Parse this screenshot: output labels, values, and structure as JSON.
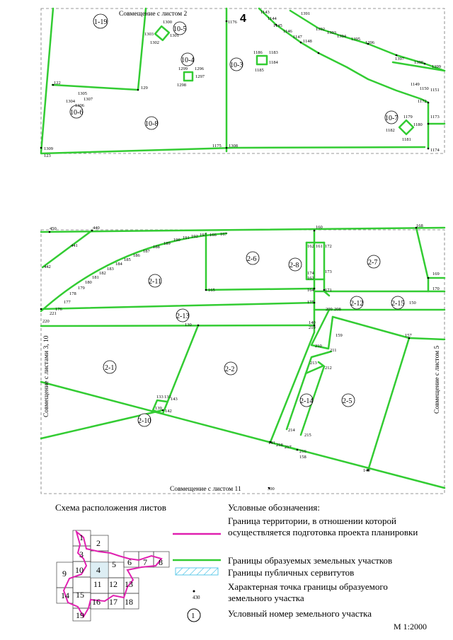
{
  "sheet_number": "4",
  "alignment_notes": {
    "top": "Совмещение с листом 2",
    "left": "Совмещение с листами 3, 10",
    "right": "Совмещение с листом 5",
    "bottom": "Совмещение с листом 11"
  },
  "parcels_upper": [
    "1-19",
    "10-5",
    "10-4",
    "10-3",
    "10-6",
    "10-8",
    "10-7"
  ],
  "parcels_lower": [
    "2-6",
    "2-8",
    "2-7",
    "2-11",
    "2-12",
    "2-13",
    "2-15",
    "2-1",
    "2-2",
    "2-14",
    "2-5",
    "2-10"
  ],
  "points_upper": [
    "1143",
    "1391",
    "1144",
    "1145",
    "1146",
    "1147",
    "1148",
    "1392",
    "1393",
    "1394",
    "1395",
    "1396",
    "1397",
    "1398",
    "1399",
    "1149",
    "1150",
    "1151",
    "1172",
    "1173",
    "1179",
    "1180",
    "1181",
    "1182",
    "1174",
    "1176",
    "1175",
    "1308",
    "1309",
    "123",
    "122",
    "129",
    "1300",
    "1301",
    "1302",
    "1303",
    "1299",
    "1296",
    "1297",
    "1298",
    "1186",
    "1183",
    "1184",
    "1185",
    "1305",
    "1304",
    "1307",
    "1306"
  ],
  "points_lower": [
    "450",
    "440",
    "441",
    "442",
    "160",
    "168",
    "169",
    "170",
    "161",
    "162",
    "172",
    "173",
    "174",
    "163",
    "164",
    "165",
    "166",
    "167",
    "171",
    "175",
    "140",
    "219",
    "209",
    "208",
    "150",
    "157",
    "210",
    "211",
    "159",
    "213",
    "212",
    "214",
    "215",
    "216",
    "158",
    "217",
    "218",
    "141",
    "149",
    "130",
    "133",
    "131",
    "143",
    "139",
    "142",
    "176",
    "177",
    "178",
    "179",
    "180",
    "181",
    "182",
    "183",
    "184",
    "185",
    "186",
    "187",
    "188",
    "189",
    "190",
    "191",
    "192",
    "193",
    "221",
    "220",
    "300"
  ],
  "scheme": {
    "title": "Схема расположения листов",
    "sheets": [
      "1",
      "2",
      "3",
      "4",
      "5",
      "6",
      "7",
      "8",
      "9",
      "10",
      "11",
      "12",
      "13",
      "14",
      "15",
      "16",
      "17",
      "18",
      "19"
    ]
  },
  "legend": {
    "title": "Условные обозначения:",
    "items": [
      {
        "text": "Граница территории, в отношении которой осуществляется подготовка проекта планировки",
        "color": "#e020b0"
      },
      {
        "text": "Границы образуемых земельных участков",
        "color": "#2ecc2e"
      },
      {
        "text": "Границы публичных сервитутов",
        "color": "#5bc8e8"
      },
      {
        "text": "Характерная точка границы образуемого земельного участка",
        "sample": "430"
      },
      {
        "text": "Условный номер земельного участка",
        "sample": "1"
      }
    ]
  },
  "scale": "М 1:2000"
}
